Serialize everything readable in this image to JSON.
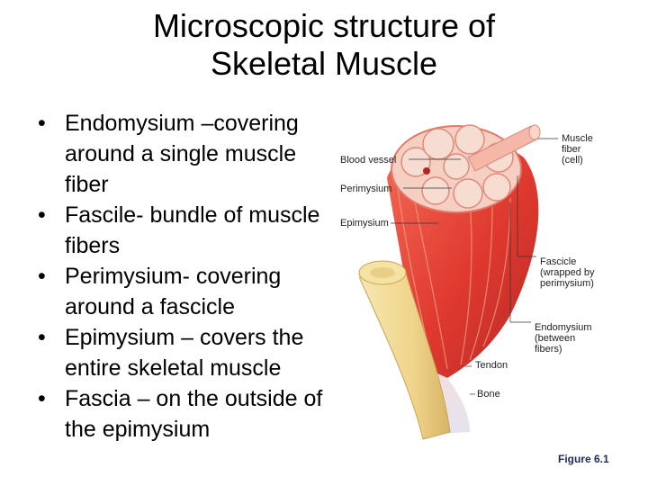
{
  "slide": {
    "title_line1": "Microscopic structure of",
    "title_line2": "Skeletal Muscle",
    "bullets": [
      "Endomysium –covering around a single muscle fiber",
      "Fascile- bundle of muscle fibers",
      "Perimysium- covering around a fascicle",
      "Epimysium – covers the entire skeletal muscle",
      "Fascia – on the outside of the epimysium"
    ],
    "bullet_glyph": "•"
  },
  "figure": {
    "labels": {
      "blood_vessel": "Blood vessel",
      "perimysium": "Perimysium",
      "epimysium": "Epimysium",
      "muscle_fiber": "Muscle\nfiber\n(cell)",
      "fascicle": "Fascicle\n(wrapped by\nperimysium)",
      "endomysium": "Endomysium\n(between\nfibers)",
      "tendon": "Tendon",
      "bone": "Bone"
    },
    "caption": "Figure 6.1",
    "colors": {
      "muscle": "#e0392f",
      "bone": "#f1d68c",
      "tendon": "#e9e6f2",
      "caption": "#1d2c5a"
    }
  }
}
